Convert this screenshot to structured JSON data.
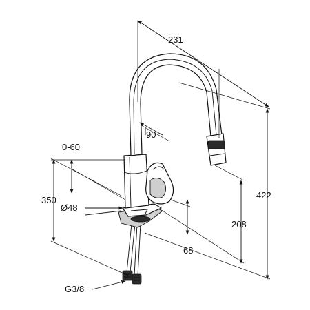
{
  "drawing": {
    "dimensions": {
      "reach": "231",
      "swivel_angle": "90",
      "deck_thickness": "0-60",
      "base_height": "350",
      "base_diameter": "Ø48",
      "spout_outlet_height": "208",
      "total_height": "422",
      "offset": "68",
      "connection_thread": "G3/8"
    }
  }
}
